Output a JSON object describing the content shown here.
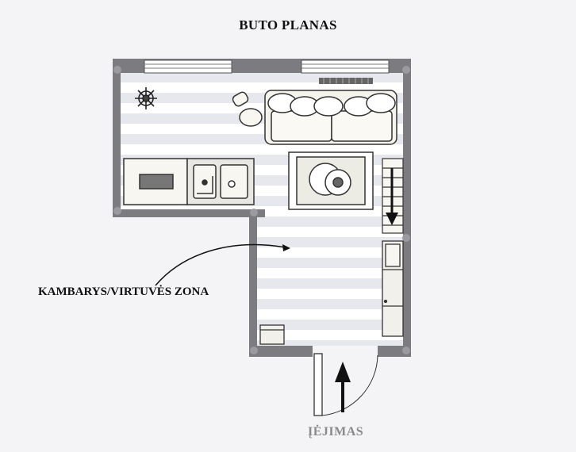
{
  "title": "BUTO PLANAS",
  "zone_label": "KAMBARYS/VIRTUVĖS ZONA",
  "entrance_label": "ĮĖJIMAS",
  "colors": {
    "wall": "#7c7c80",
    "floor_stripe": "#e6e6ec",
    "floor": "#ffffff",
    "furniture": "#f7f6f0",
    "outline": "#333333"
  }
}
